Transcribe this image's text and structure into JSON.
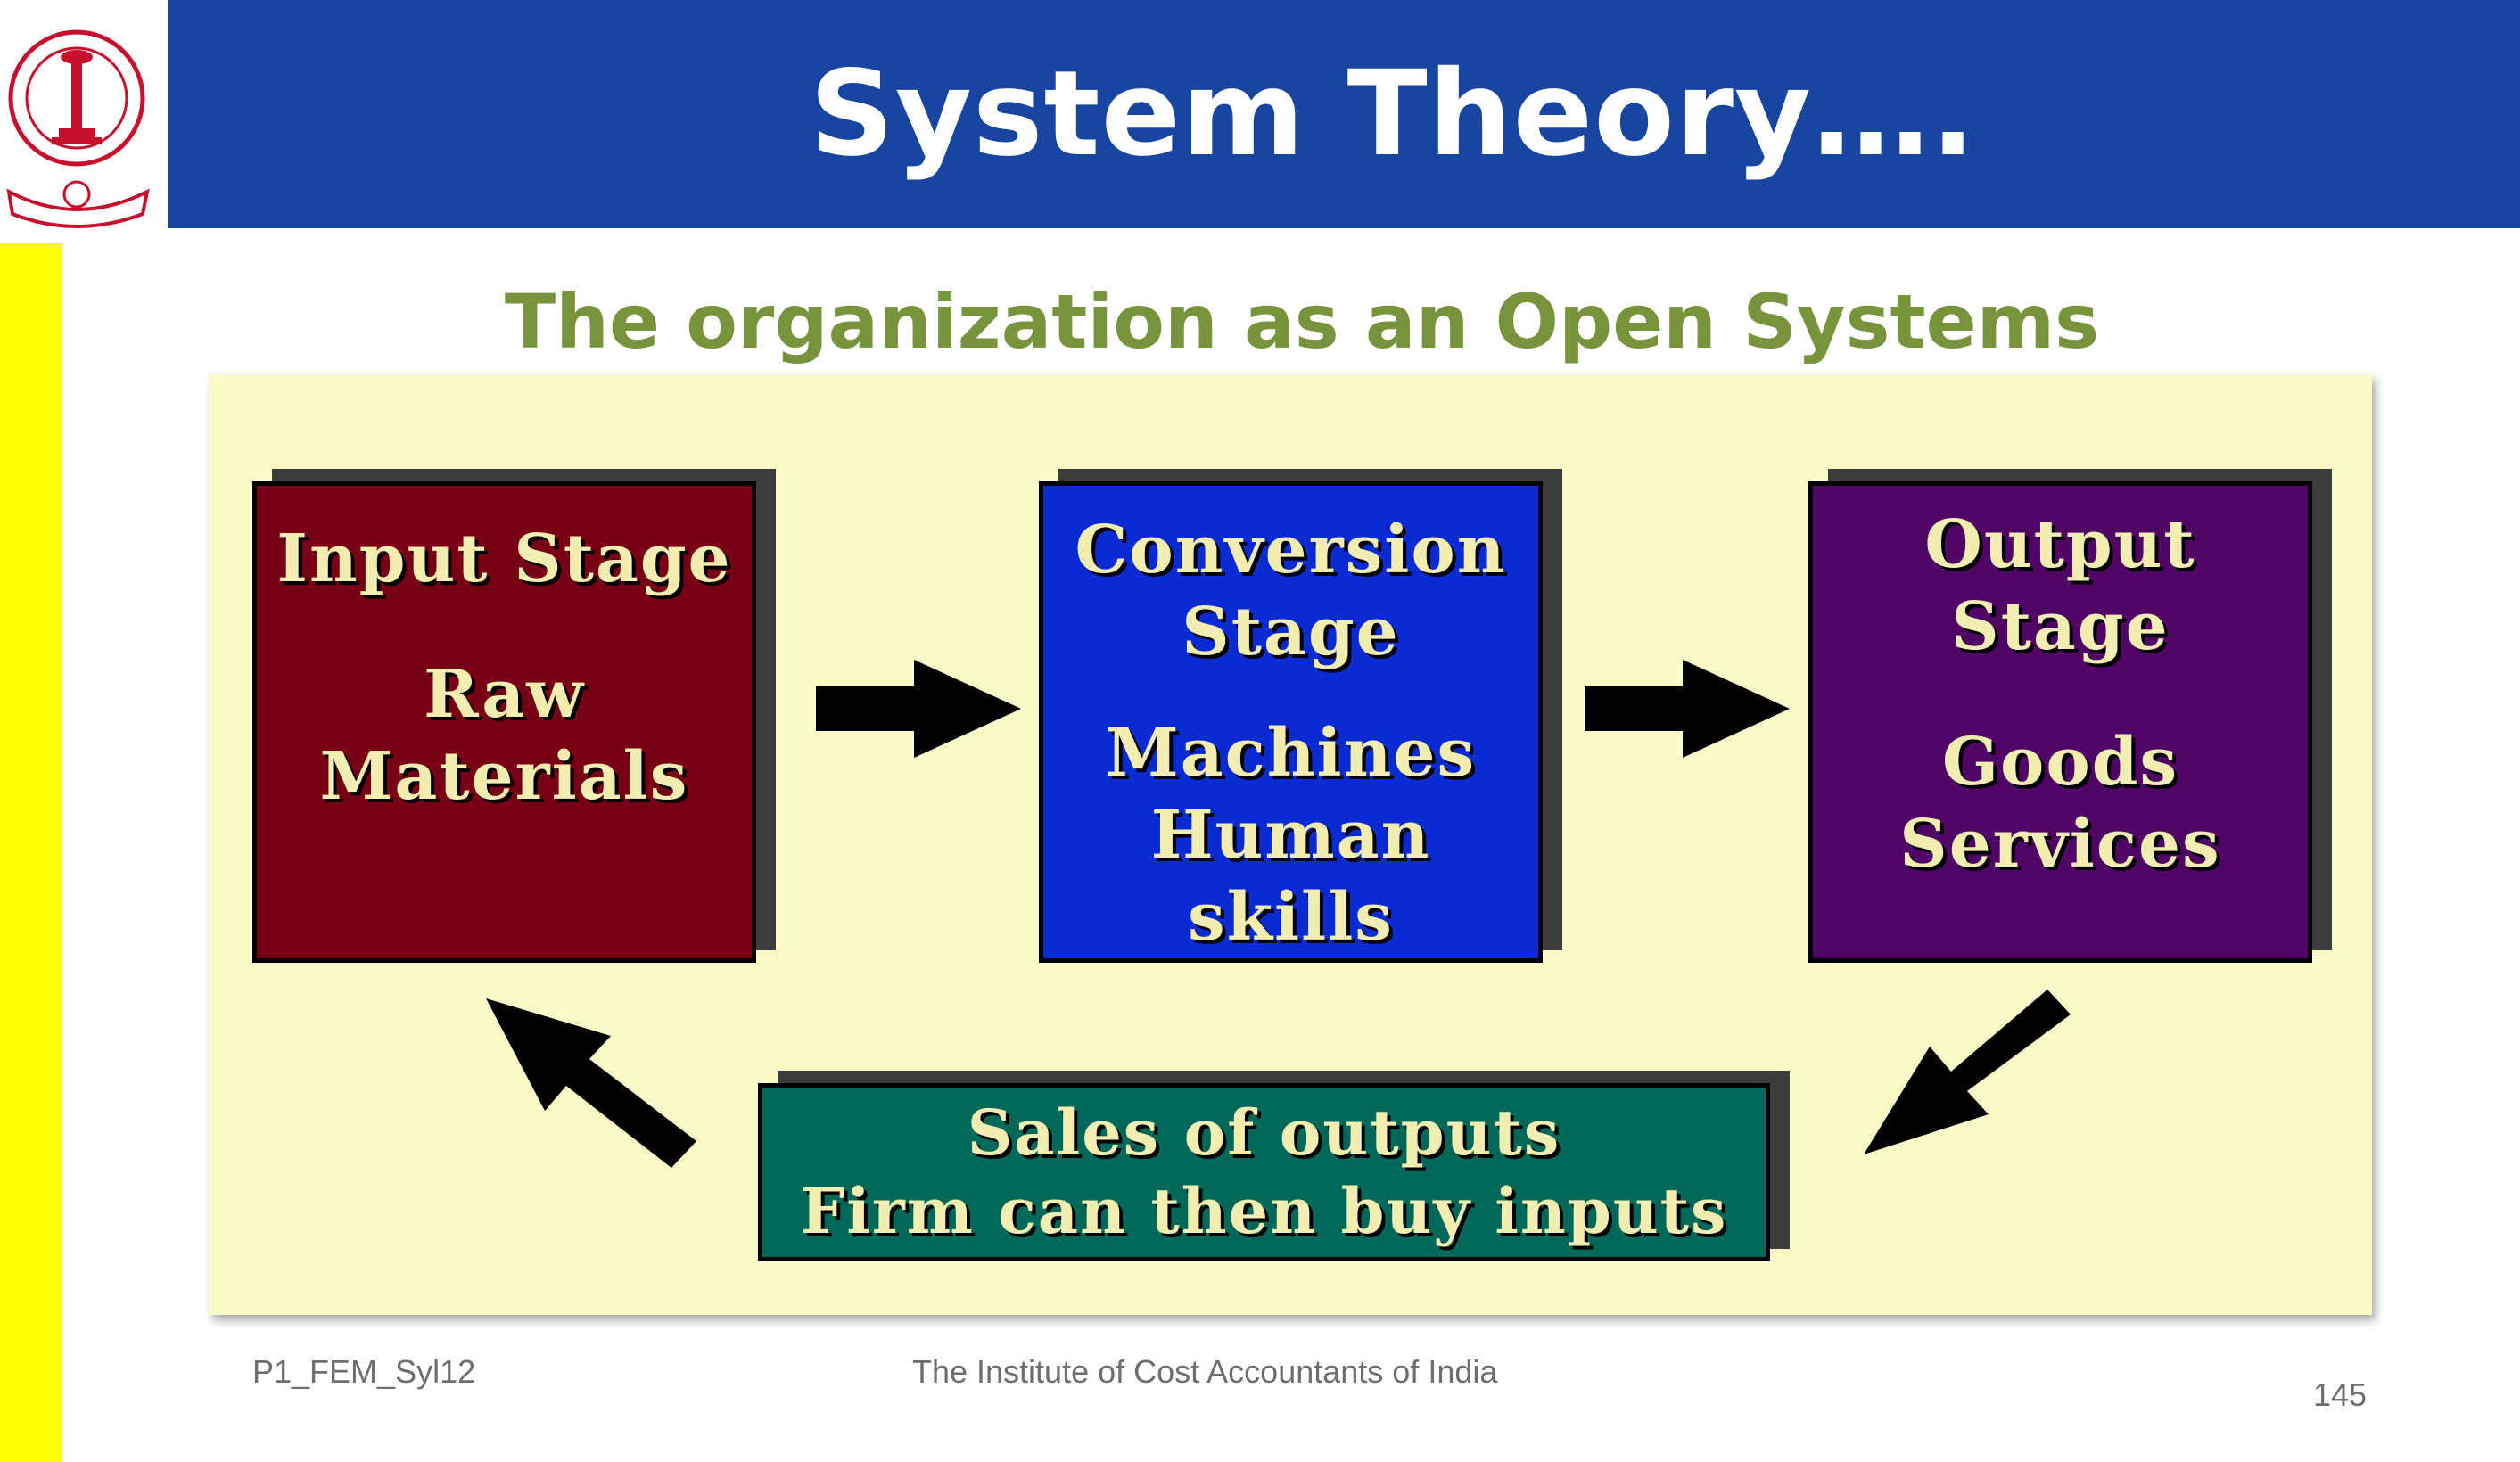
{
  "header": {
    "title": "System Theory…."
  },
  "subtitle": "The organization as an Open Systems",
  "diagram": {
    "input": {
      "heading": "Input Stage",
      "detail": [
        "Raw",
        "Materials"
      ]
    },
    "conversion": {
      "heading": [
        "Conversion",
        "Stage"
      ],
      "detail": [
        "Machines",
        "Human skills"
      ]
    },
    "output": {
      "heading": [
        "Output",
        "Stage"
      ],
      "detail": [
        "Goods",
        "Services"
      ]
    },
    "sales": {
      "lines": [
        "Sales of outputs",
        "Firm can then buy inputs"
      ]
    }
  },
  "footer": {
    "code": "P1_FEM_Syl12",
    "institute": "The Institute of Cost Accountants of India",
    "page_number": "145"
  },
  "colors": {
    "title_bar": "#1745a0",
    "subtitle": "#77933c",
    "panel": "#fafac8",
    "input_box": "#780014",
    "conversion_box": "#0a2bd1",
    "output_box": "#4f0466",
    "sales_box": "#006858",
    "accent_strip": "#ffff00"
  }
}
